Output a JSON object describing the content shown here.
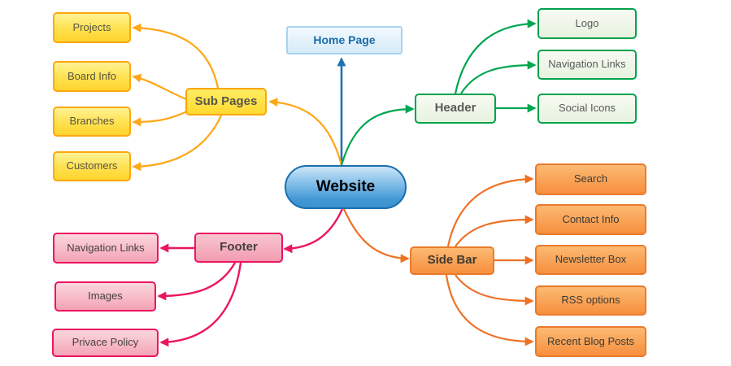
{
  "colors": {
    "blue": "#1E73B0",
    "yellow": "#FFA717",
    "green": "#00A650",
    "orange": "#EE7226",
    "pink": "#EC1561"
  },
  "center": {
    "label": "Website"
  },
  "home": {
    "label": "Home Page"
  },
  "branches": {
    "sub_pages": {
      "label": "Sub Pages",
      "children": [
        {
          "label": "Projects"
        },
        {
          "label": "Board Info"
        },
        {
          "label": "Branches"
        },
        {
          "label": "Customers"
        }
      ]
    },
    "header": {
      "label": "Header",
      "children": [
        {
          "label": "Logo"
        },
        {
          "label": "Navigation Links"
        },
        {
          "label": "Social Icons"
        }
      ]
    },
    "side_bar": {
      "label": "Side Bar",
      "children": [
        {
          "label": "Search"
        },
        {
          "label": "Contact Info"
        },
        {
          "label": "Newsletter Box"
        },
        {
          "label": "RSS options"
        },
        {
          "label": "Recent Blog Posts"
        }
      ]
    },
    "footer": {
      "label": "Footer",
      "children": [
        {
          "label": "Navigation Links"
        },
        {
          "label": "Images"
        },
        {
          "label": "Privace Policy"
        }
      ]
    }
  },
  "connections": [
    {
      "from": "Website",
      "to": "Home Page",
      "color": "blue"
    },
    {
      "from": "Website",
      "to": "Sub Pages",
      "color": "yellow"
    },
    {
      "from": "Website",
      "to": "Header",
      "color": "green"
    },
    {
      "from": "Website",
      "to": "Footer",
      "color": "pink"
    },
    {
      "from": "Website",
      "to": "Side Bar",
      "color": "orange"
    },
    {
      "from": "Sub Pages",
      "to": "Projects",
      "color": "yellow"
    },
    {
      "from": "Sub Pages",
      "to": "Board Info",
      "color": "yellow"
    },
    {
      "from": "Sub Pages",
      "to": "Branches",
      "color": "yellow"
    },
    {
      "from": "Sub Pages",
      "to": "Customers",
      "color": "yellow"
    },
    {
      "from": "Header",
      "to": "Logo",
      "color": "green"
    },
    {
      "from": "Header",
      "to": "Navigation Links",
      "color": "green"
    },
    {
      "from": "Header",
      "to": "Social Icons",
      "color": "green"
    },
    {
      "from": "Side Bar",
      "to": "Search",
      "color": "orange"
    },
    {
      "from": "Side Bar",
      "to": "Contact Info",
      "color": "orange"
    },
    {
      "from": "Side Bar",
      "to": "Newsletter Box",
      "color": "orange"
    },
    {
      "from": "Side Bar",
      "to": "RSS options",
      "color": "orange"
    },
    {
      "from": "Side Bar",
      "to": "Recent Blog Posts",
      "color": "orange"
    },
    {
      "from": "Footer",
      "to": "Navigation Links",
      "color": "pink"
    },
    {
      "from": "Footer",
      "to": "Images",
      "color": "pink"
    },
    {
      "from": "Footer",
      "to": "Privace Policy",
      "color": "pink"
    }
  ]
}
